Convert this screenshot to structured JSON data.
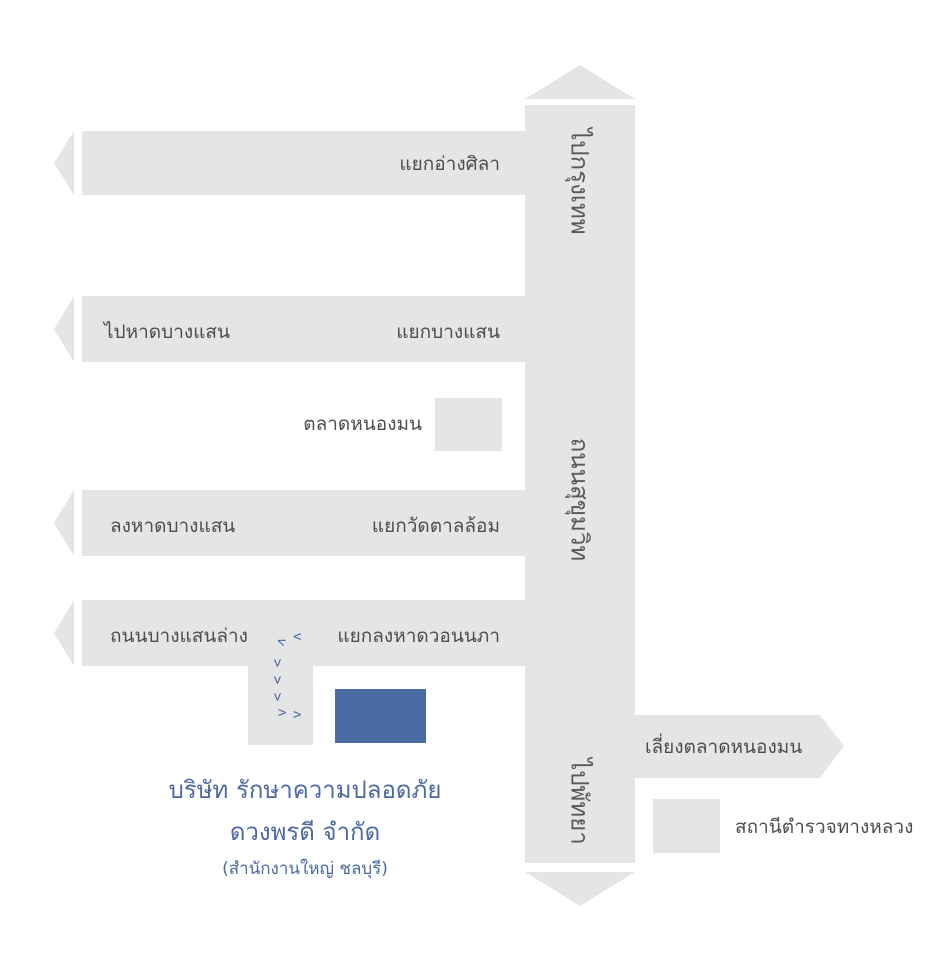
{
  "colors": {
    "road": "#e5e5e5",
    "label_text": "#4d4d4d",
    "company_marker": "#4b69a3",
    "company_text": "#4b69a3",
    "background": "#ffffff"
  },
  "main_road": {
    "name": "ถนนสุขุมวิท",
    "north_direction": "ไปกรุงเทพ",
    "south_direction": "ไปพัทยา"
  },
  "junctions": [
    {
      "name": "แยกอ่างศิลา",
      "branch_destination": ""
    },
    {
      "name": "แยกบางแสน",
      "branch_destination": "ไปหาดบางแสน"
    },
    {
      "name": "แยกวัดตาลล้อม",
      "branch_destination": "ลงหาดบางแสน"
    },
    {
      "name": "แยกลงหาดวอนนภา",
      "branch_destination": "ถนนบางแสนล่าง"
    }
  ],
  "bypass": {
    "label": "เลี่ยงตลาดหนองมน"
  },
  "landmarks": [
    {
      "name": "ตลาดหนองมน",
      "icon": "square-landmark"
    },
    {
      "name": "สถานีตำรวจทางหลวง",
      "icon": "square-landmark"
    }
  ],
  "route_chevrons": [
    "<",
    "<",
    ">",
    ">",
    ">",
    ">",
    ">"
  ],
  "company": {
    "line1": "บริษัท รักษาความปลอดภัย",
    "line2": "ดวงพรดี จำกัด",
    "line3": "(สำนักงานใหญ่ ชลบุรี)"
  }
}
